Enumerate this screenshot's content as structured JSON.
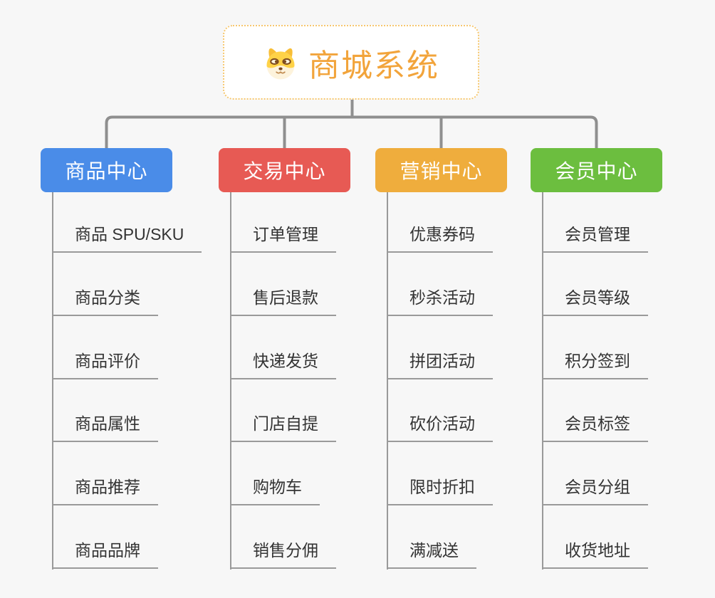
{
  "root": {
    "title": "商城系统",
    "icon": "shiba-dog-icon"
  },
  "branches": [
    {
      "label": "商品中心",
      "color": "#4A8CE8",
      "items": [
        "商品 SPU/SKU",
        "商品分类",
        "商品评价",
        "商品属性",
        "商品推荐",
        "商品品牌"
      ]
    },
    {
      "label": "交易中心",
      "color": "#E75A54",
      "items": [
        "订单管理",
        "售后退款",
        "快递发货",
        "门店自提",
        "购物车",
        "销售分佣"
      ]
    },
    {
      "label": "营销中心",
      "color": "#EFAD3D",
      "items": [
        "优惠券码",
        "秒杀活动",
        "拼团活动",
        "砍价活动",
        "限时折扣",
        "满减送"
      ]
    },
    {
      "label": "会员中心",
      "color": "#6CBE3F",
      "items": [
        "会员管理",
        "会员等级",
        "积分签到",
        "会员标签",
        "会员分组",
        "收货地址"
      ]
    }
  ],
  "colors": {
    "background": "#F7F7F7",
    "connector": "#8F8F8F",
    "sub_line": "#9A9A9A",
    "sub_text": "#333333",
    "root_text": "#F2A43B",
    "root_border": "#F6C76F",
    "dog_yellow": "#FFD247",
    "dog_cream": "#FDF3DC",
    "dog_brown": "#7C4A1E"
  }
}
